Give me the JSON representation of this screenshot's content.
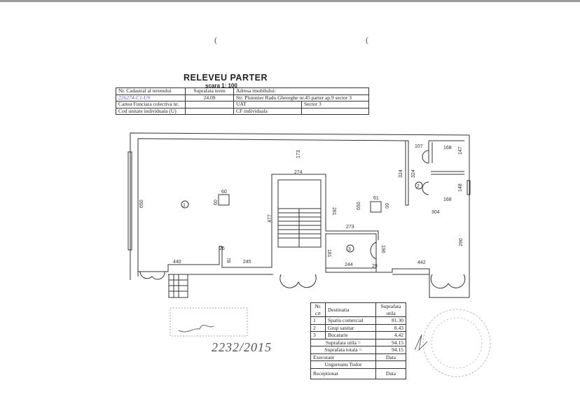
{
  "header": {
    "title": "RELEVEU PARTER",
    "scale": "scara 1: 100",
    "marks": [
      "(",
      "("
    ]
  },
  "info_table": {
    "cadastral_label": "Nr. Cadastral al terenului",
    "cadastral_value": "226274-C1-U9",
    "surface_label": "Suprafata teren",
    "surface_value": "24.09",
    "address_label": "Adresa imobilului:",
    "address_value": "Str. Pluionier Radu Gheorghe  nr.45 parter ap.9  sector 3",
    "carte_label": "Cartea Funciara colectiva nr.",
    "uat_label": "UAT",
    "sector_value": "Sector  3",
    "unit_label": "Cod unitate  individuala (U)",
    "cf_label": "CF individuala"
  },
  "plan": {
    "room_numbers": [
      "1",
      "2",
      "3"
    ],
    "dimensions": [
      "173",
      "274",
      "650",
      "60",
      "60",
      "281",
      "650",
      "61",
      "60",
      "324",
      "324",
      "107",
      "168",
      "147",
      "148",
      "168",
      "304",
      "477",
      "273",
      "181",
      "196",
      "290",
      "26",
      "78",
      "440",
      "245",
      "244",
      "29",
      "442"
    ]
  },
  "area_table": {
    "headers": [
      "Nr. crt",
      "Destinatia",
      "Suprafata utila"
    ],
    "rows": [
      {
        "nr": "1",
        "dest": "Spatiu comercial",
        "area": "81.30"
      },
      {
        "nr": "2",
        "dest": "Grup sanitar",
        "area": "8.43"
      },
      {
        "nr": "3",
        "dest": "Bucatarie",
        "area": "4.42"
      }
    ],
    "util_label": "Suprafata utila  =",
    "util_value": "94.15",
    "total_label": "Suprafata totala  =",
    "total_value": "94.15",
    "executant_label": "Executant",
    "data_label": "Data",
    "executant_name": "Ungureanu  Tudor",
    "receptionat_label": "Receptionat",
    "data_label2": "Data"
  },
  "annotations": {
    "handwritten_number": "2232/2015",
    "signature_left": "signature",
    "signature_right": "signature"
  }
}
